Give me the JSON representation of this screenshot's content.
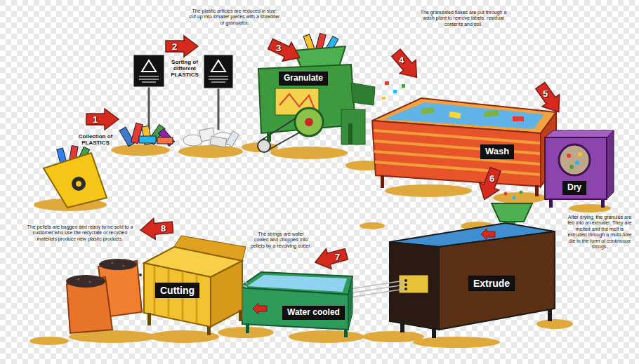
{
  "diagram": {
    "nodes": [
      {
        "text": [
          "Granulate"
        ]
      },
      {
        "text": [
          "Wash"
        ]
      },
      {
        "text": [
          "Dry"
        ]
      },
      {
        "text": [
          "Extrude"
        ]
      },
      {
        "text": [
          "Water cooled"
        ]
      },
      {
        "text": [
          "Cutting"
        ]
      }
    ],
    "labels": [
      "1",
      "Collection of PLASTICS",
      "2",
      "Sorting of different PLASTICS",
      "The plastic articles are reduced in size: cut up into smaller pieces with a shredder or granulator.",
      "3",
      "The granulated flakes are put through a wash plant to remove labels, residual contents and soil.",
      "4",
      "5",
      "6",
      "After drying, the granules are fed into an extruder. They are melted and the melt is extruded through a multi-hole die in the form of continuous strings.",
      "7",
      "The strings are water cooled and chopped into pellets by a revolving cutter.",
      "8",
      "The pellets are bagged and ready to be sold to a customer who use the recyclate or recycled materials produce new plastic products."
    ]
  }
}
